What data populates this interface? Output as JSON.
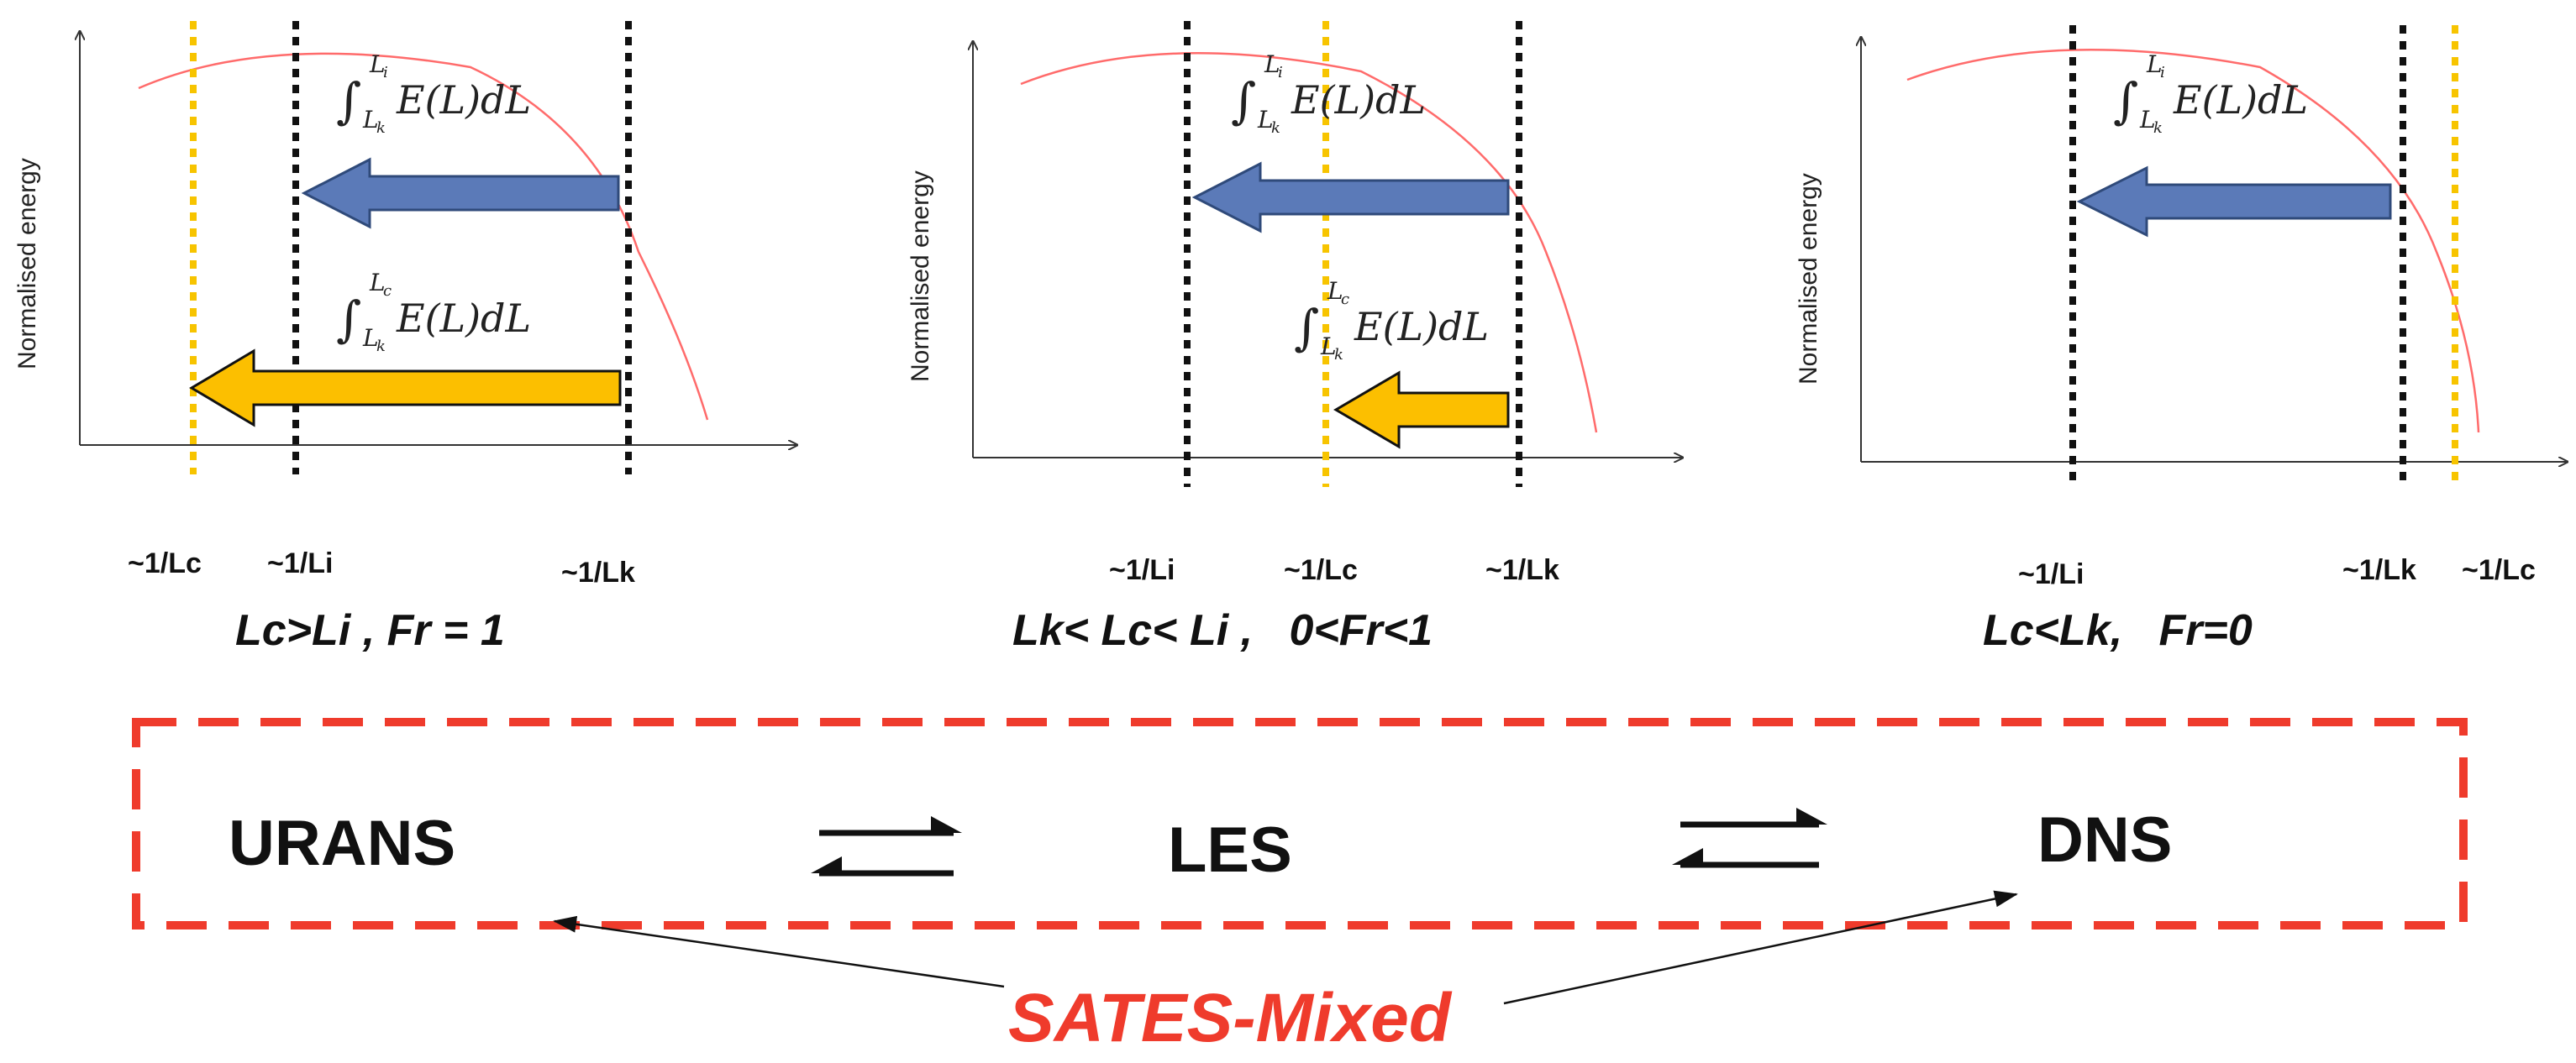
{
  "colors": {
    "blue_arrow": "#5b7ab8",
    "blue_arrow_edge": "#2f4a7a",
    "yellow_arrow": "#fcbf00",
    "yellow_arrow_edge": "#111111",
    "yellow_line": "#f7c400",
    "black_line": "#111111",
    "curve": "#ff6b6b",
    "frame": "#ef3b2c",
    "sates": "#ef3b2c"
  },
  "panels": [
    {
      "y_label": "Normalised energy",
      "integral_upper": "∫ E(L)dL",
      "integral_upper_limits": "Li / Lk",
      "integral_lower": "∫ E(L)dL",
      "integral_lower_limits": "Lc / Lk",
      "ticks": [
        "~1/Lc",
        "~1/Li",
        "~1/Lk"
      ],
      "caption": "Lc>Li , Fr = 1"
    },
    {
      "y_label": "Normalised energy",
      "integral_upper": "∫ E(L)dL",
      "integral_upper_limits": "Li / Lk",
      "integral_lower": "∫ E(L)dL",
      "integral_lower_limits": "Lc / Lk",
      "ticks": [
        "~1/Li",
        "~1/Lc",
        "~1/Lk"
      ],
      "caption": "Lk< Lc< Li ,   0<Fr<1"
    },
    {
      "y_label": "Normalised energy",
      "integral_upper": "∫ E(L)dL",
      "integral_upper_limits": "Li / Lk",
      "ticks": [
        "~1/Li",
        "~1/Lk",
        "~1/Lc"
      ],
      "caption": "Lc<Lk,   Fr=0"
    }
  ],
  "models": [
    "URANS",
    "LES",
    "DNS"
  ],
  "sates_label": "SATES-Mixed"
}
